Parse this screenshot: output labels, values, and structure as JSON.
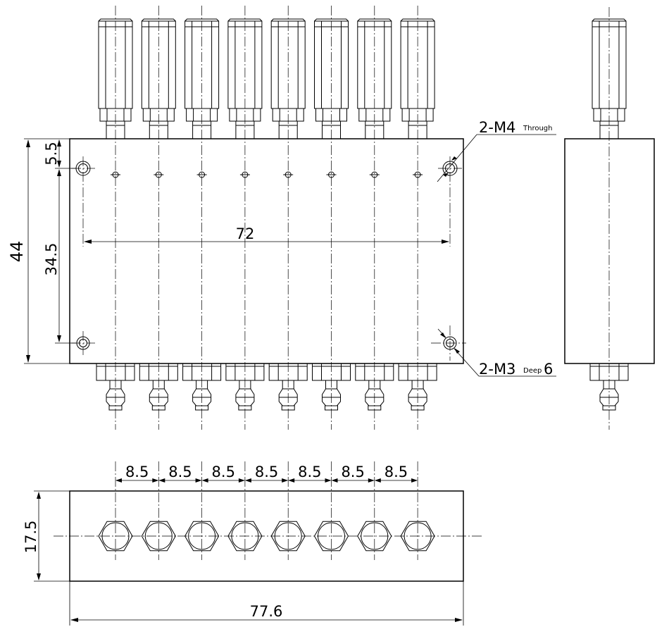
{
  "dims": {
    "overall_height": "44",
    "top_offset": "5.5",
    "hole_spacing_v": "34.5",
    "hole_spacing_h": "72",
    "port_pitch": [
      "8.5",
      "8.5",
      "8.5",
      "8.5",
      "8.5",
      "8.5",
      "8.5"
    ],
    "side_height": "17.5",
    "overall_length": "77.6"
  },
  "callouts": {
    "through_holes": {
      "label": "2-M4",
      "note": "Through"
    },
    "tapped_holes": {
      "label": "2-M3",
      "note": "Deep",
      "depth": "6"
    }
  },
  "port_count": 8
}
